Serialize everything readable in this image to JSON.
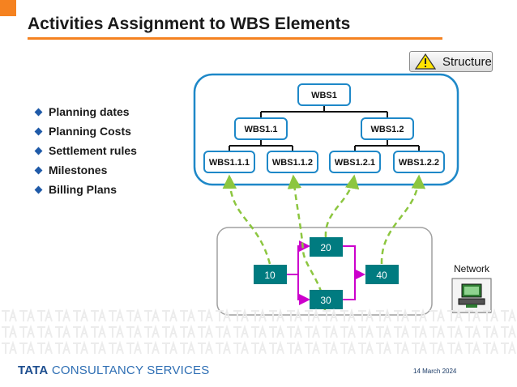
{
  "title": "Activities Assignment to WBS Elements",
  "bullets": [
    "Planning dates",
    "Planning Costs",
    "Settlement rules",
    "Milestones",
    "Billing Plans"
  ],
  "structure_button": {
    "label": "Structure",
    "icon": "warning-triangle-icon"
  },
  "wbs": {
    "root": "WBS1",
    "level2": [
      "WBS1.1",
      "WBS1.2"
    ],
    "level3": [
      "WBS1.1.1",
      "WBS1.1.2",
      "WBS1.2.1",
      "WBS1.2.2"
    ]
  },
  "network": {
    "label": "Network",
    "icon": "network-computer-icon",
    "activities": [
      "10",
      "20",
      "30",
      "40"
    ]
  },
  "colors": {
    "accent": "#f58220",
    "wbs_border": "#1e88c8",
    "activity": "#007b80",
    "arrow": "#cc00cc",
    "dashed": "#8cc63f"
  },
  "footer": {
    "brand_bold": "TATA",
    "brand_rest": "CONSULTANCY SERVICES",
    "date": "14 March 2024"
  }
}
